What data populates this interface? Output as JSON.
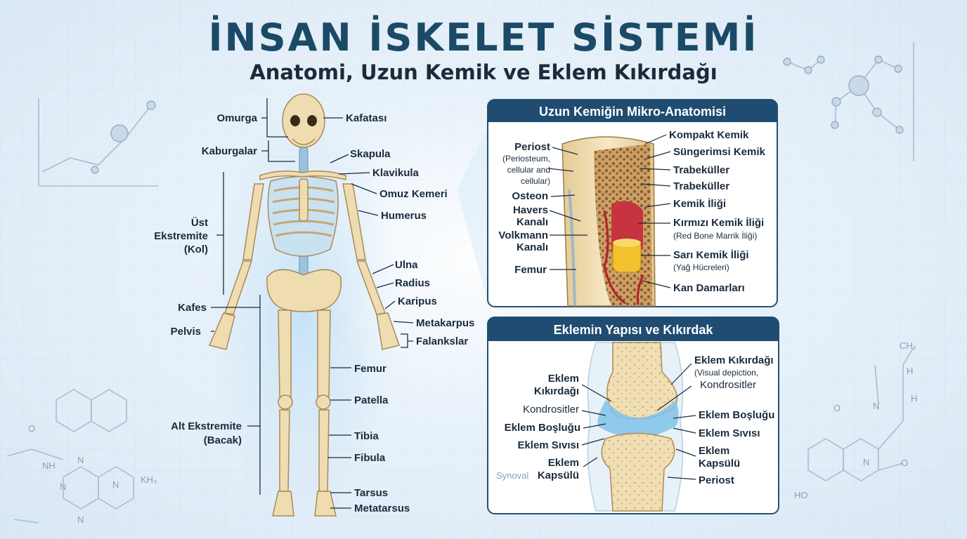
{
  "title": "İNSAN İSKELET SİSTEMİ",
  "subtitle": "Anatomi, Uzun Kemik ve Eklem Kıkırdağı",
  "skeleton": {
    "left_labels": {
      "omurga": "Omurga",
      "kaburgalar": "Kaburgalar",
      "ust1": "Üst",
      "ust2": "Ekstremite",
      "ust3": "(Kol)",
      "kafes": "Kafes",
      "pelvis": "Pelvis",
      "alt1": "Alt Ekstremite",
      "alt2": "(Bacak)"
    },
    "right_labels": {
      "kafatasi": "Kafatası",
      "skapula": "Skapula",
      "klavikula": "Klavikula",
      "omuz": "Omuz Kemeri",
      "humerus": "Humerus",
      "ulna": "Ulna",
      "radius": "Radius",
      "karipus": "Karipus",
      "metakarpus": "Metakarpus",
      "falankslar": "Falankslar",
      "femur": "Femur",
      "patella": "Patella",
      "tibia": "Tibia",
      "fibula": "Fibula",
      "tarsus": "Tarsus",
      "metatarsus": "Metatarsus"
    }
  },
  "panel1": {
    "title": "Uzun Kemiğin Mikro-Anatomisi",
    "left": {
      "periost": "Periost",
      "periost_s1": "(Periosteum,",
      "periost_s2": "cellular and",
      "periost_s3": "cellular)",
      "osteon": "Osteon",
      "havers1": "Havers",
      "havers2": "Kanalı",
      "volkmann1": "Volkmann",
      "volkmann2": "Kanalı",
      "femur": "Femur"
    },
    "right": {
      "kompakt": "Kompakt Kemik",
      "sungerimsi": "Süngerimsi Kemik",
      "trabekul1": "Trabeküller",
      "trabekul2": "Trabeküller",
      "ilik": "Kemik İliği",
      "kirmizi": "Kırmızı Kemik İliği",
      "kirmizi_s": "(Red Bone Marrik İliği)",
      "sari": "Sarı Kemik İliği",
      "sari_s": "(Yağ Hücreleri)",
      "kan": "Kan Damarları"
    }
  },
  "panel2": {
    "title": "Eklemin Yapısı ve Kıkırdak",
    "left": {
      "kikirdak1": "Eklem",
      "kikirdak2": "Kıkırdağı",
      "kondrosit": "Kondrositler",
      "bosluk": "Eklem Boşluğu",
      "sivi": "Eklem Sıvısı",
      "kapsul1": "Eklem",
      "kapsul2": "Kapsülü",
      "synovial": "Synoval"
    },
    "right": {
      "kikirdak": "Eklem Kıkırdağı",
      "kikirdak_s": "(Visual depiction,",
      "kondrosit": "Kondrositler",
      "bosluk": "Eklem Boşluğu",
      "sivi": "Eklem Sıvısı",
      "kapsul1": "Eklem",
      "kapsul2": "Kapsülü",
      "periost": "Periost"
    }
  },
  "decoration": {
    "ch2": "CH₂",
    "h1": "H",
    "h2": "H",
    "n1": "N",
    "n2": "N",
    "o1": "O",
    "o2": "O",
    "ho": "HO",
    "nh": "NH",
    "n3": "N",
    "n4": "N",
    "n5": "N",
    "n6": "N",
    "kh": "KH₃",
    "o3": "O"
  },
  "colors": {
    "title": "#1b4a66",
    "panel_header": "#1f4c70",
    "bone": "#efdcb0",
    "cartilage": "#7fc3ea",
    "marrow_red": "#c7333f",
    "marrow_yellow": "#f3c02e"
  }
}
